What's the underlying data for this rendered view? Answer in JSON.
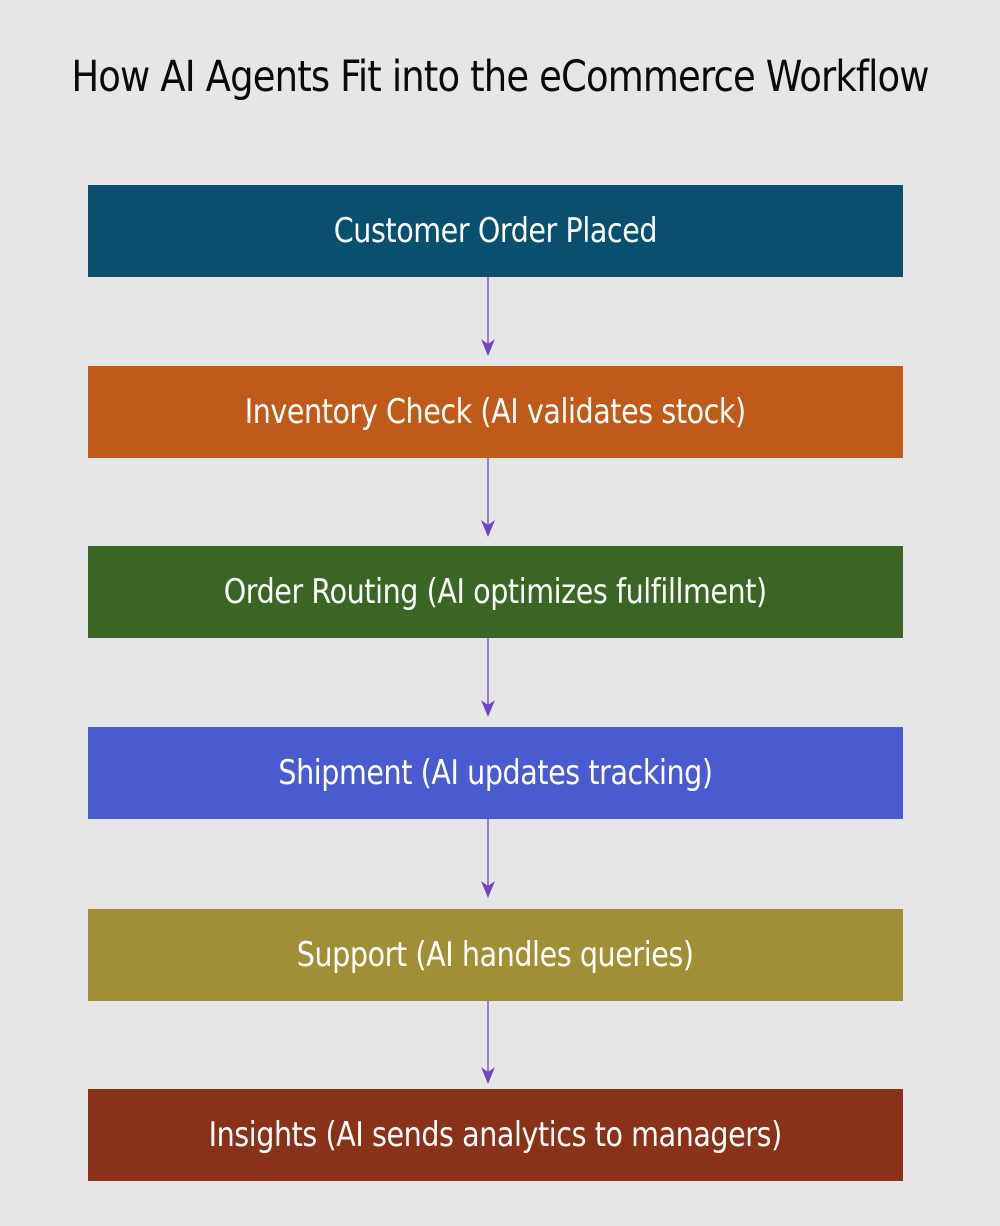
{
  "title": "How AI Agents Fit into the eCommerce Workflow",
  "steps": [
    {
      "label": "Customer Order Placed",
      "color": "#0a4f6e"
    },
    {
      "label": "Inventory Check (AI validates stock)",
      "color": "#bf5a1b"
    },
    {
      "label": "Order Routing (AI optimizes fulfillment)",
      "color": "#3a6525"
    },
    {
      "label": "Shipment (AI updates tracking)",
      "color": "#4a5bd0"
    },
    {
      "label": "Support (AI handles queries)",
      "color": "#a18f38"
    },
    {
      "label": "Insights (AI sends analytics to managers)",
      "color": "#8a3219"
    }
  ],
  "arrow_color": "#7044c4"
}
